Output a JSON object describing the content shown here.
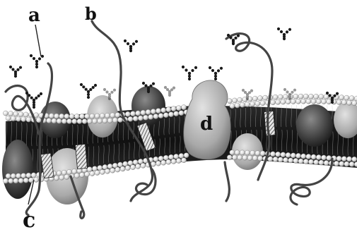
{
  "figure": {
    "labels": {
      "a": "a",
      "b": "b",
      "c": "c",
      "d": "d"
    },
    "colors": {
      "background": "#ffffff",
      "ink": "#111111",
      "head_light": "#e8e8e8",
      "head_shade": "#9a9a9a",
      "tail_dark": "#1c1c1c",
      "protein_light": "#bdbdbd",
      "protein_dark": "#3a3a3a"
    },
    "parts": [
      "phospholipid-bilayer",
      "glycolipid",
      "glycoprotein",
      "cholesterol",
      "integral-protein",
      "peripheral-protein"
    ]
  }
}
